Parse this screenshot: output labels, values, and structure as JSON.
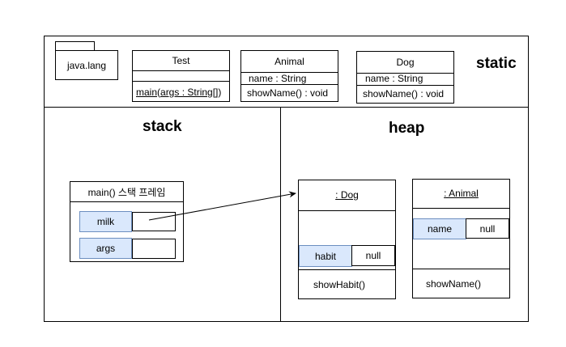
{
  "static_area": {
    "label": "static",
    "package": {
      "name": "java.lang"
    },
    "classes": [
      {
        "name": "Test",
        "method_name": "main",
        "method_params": "args : String[]",
        "method_suffix": ")"
      },
      {
        "name": "Animal",
        "field": "name : String",
        "method": "showName() : void"
      },
      {
        "name": "Dog",
        "field": "name : String",
        "method": "showName() : void"
      }
    ]
  },
  "stack_area": {
    "label": "stack",
    "frame": {
      "title": "main() 스택 프레임",
      "variables": [
        {
          "name": "milk",
          "value": ""
        },
        {
          "name": "args",
          "value": ""
        }
      ]
    }
  },
  "heap_area": {
    "label": "heap",
    "objects": [
      {
        "title": ": Dog",
        "field_name": "habit",
        "field_value": "null",
        "method": "showHabit()"
      },
      {
        "title": ": Animal",
        "field_name": "name",
        "field_value": "null",
        "method": "showName()"
      }
    ]
  },
  "colors": {
    "field_fill": "#dae8fc",
    "field_border": "#6c8ebf",
    "line": "#000000"
  }
}
